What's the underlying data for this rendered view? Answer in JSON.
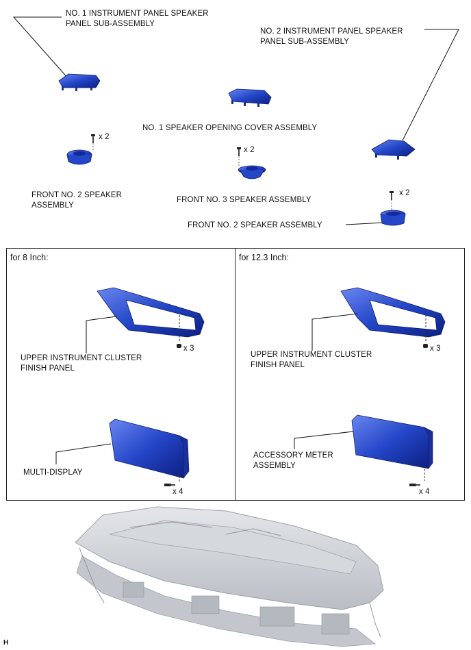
{
  "labels": {
    "no1_panel": "NO. 1 INSTRUMENT PANEL SPEAKER\nPANEL SUB-ASSEMBLY",
    "no2_panel": "NO. 2 INSTRUMENT PANEL SPEAKER\nPANEL SUB-ASSEMBLY",
    "no1_cover": "NO. 1 SPEAKER OPENING COVER ASSEMBLY",
    "front_no2_left": "FRONT NO. 2 SPEAKER\nASSEMBLY",
    "front_no3": "FRONT NO. 3 SPEAKER ASSEMBLY",
    "front_no2_right": "FRONT NO. 2 SPEAKER ASSEMBLY",
    "cluster_left": "UPPER INSTRUMENT CLUSTER\nFINISH PANEL",
    "cluster_right": "UPPER INSTRUMENT CLUSTER\nFINISH PANEL",
    "multi_display": "MULTI-DISPLAY",
    "accessory_meter": "ACCESSORY METER\nASSEMBLY"
  },
  "counts": {
    "screw_left_speaker": "x 2",
    "screw_center_speaker": "x 2",
    "screw_right_speaker": "x 2",
    "clip_left_cluster": "x 3",
    "clip_right_cluster": "x 3",
    "bolt_left_display": "x 4",
    "bolt_right_display": "x 4"
  },
  "boxes": {
    "left_title": "for 8 Inch:",
    "right_title": "for 12.3 Inch:"
  },
  "corner_mark": "H",
  "colors": {
    "part_blue": "#1f3fb8",
    "part_dark": "#0d1f80",
    "part_light": "#5470e0",
    "dash_gray": "#c8ccd2"
  }
}
